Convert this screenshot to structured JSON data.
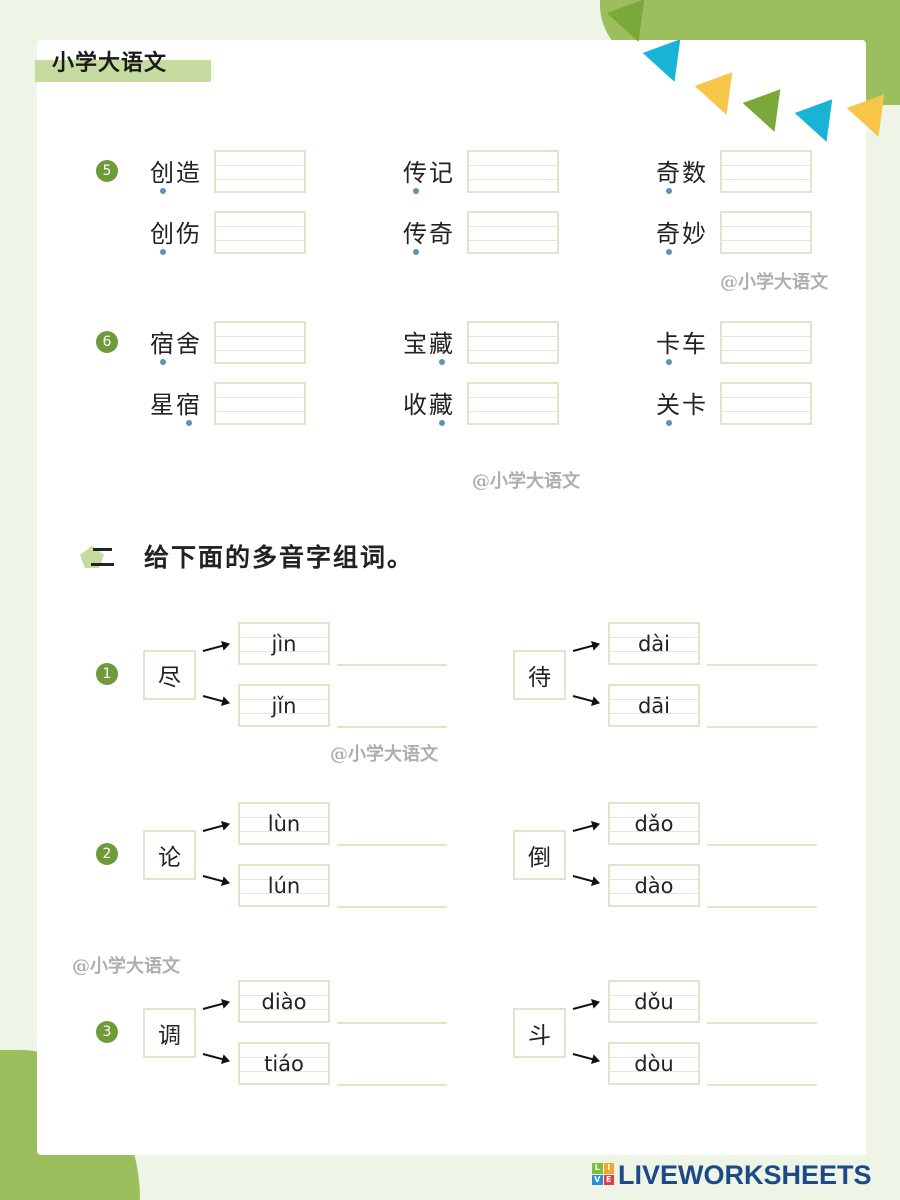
{
  "header": {
    "title": "小学大语文"
  },
  "section1": {
    "groups": [
      {
        "number": "5",
        "rows": [
          [
            {
              "word": "创造",
              "dot": 0
            },
            {
              "word": "传记",
              "dot": 0
            },
            {
              "word": "奇数",
              "dot": 0
            }
          ],
          [
            {
              "word": "创伤",
              "dot": 0
            },
            {
              "word": "传奇",
              "dot": 0
            },
            {
              "word": "奇妙",
              "dot": 0
            }
          ]
        ]
      },
      {
        "number": "6",
        "rows": [
          [
            {
              "word": "宿舍",
              "dot": 0
            },
            {
              "word": "宝藏",
              "dot": 1
            },
            {
              "word": "卡车",
              "dot": 0
            }
          ],
          [
            {
              "word": "星宿",
              "dot": 1
            },
            {
              "word": "收藏",
              "dot": 1
            },
            {
              "word": "关卡",
              "dot": 0
            }
          ]
        ]
      }
    ]
  },
  "section2": {
    "title": "二　给下面的多音字组词。",
    "items": [
      {
        "number": "1",
        "left": {
          "char": "尽",
          "pinyin": [
            "jìn",
            "jǐn"
          ]
        },
        "right": {
          "char": "待",
          "pinyin": [
            "dài",
            "dāi"
          ]
        }
      },
      {
        "number": "2",
        "left": {
          "char": "论",
          "pinyin": [
            "lùn",
            "lún"
          ]
        },
        "right": {
          "char": "倒",
          "pinyin": [
            "dǎo",
            "dào"
          ]
        }
      },
      {
        "number": "3",
        "left": {
          "char": "调",
          "pinyin": [
            "diào",
            "tiáo"
          ]
        },
        "right": {
          "char": "斗",
          "pinyin": [
            "dǒu",
            "dòu"
          ]
        }
      }
    ]
  },
  "watermarks": [
    "@小学大语文",
    "@小学大语文",
    "@小学大语文",
    "@小学大语文"
  ],
  "footer": {
    "brand": "LIVEWORKSHEETS",
    "logo_letters": [
      "L",
      "I",
      "V",
      "E"
    ]
  },
  "colors": {
    "accent": "#6f9a3a",
    "light_green": "#c5dba0",
    "dot": "#5e93b5",
    "brand": "#1c4a86"
  }
}
